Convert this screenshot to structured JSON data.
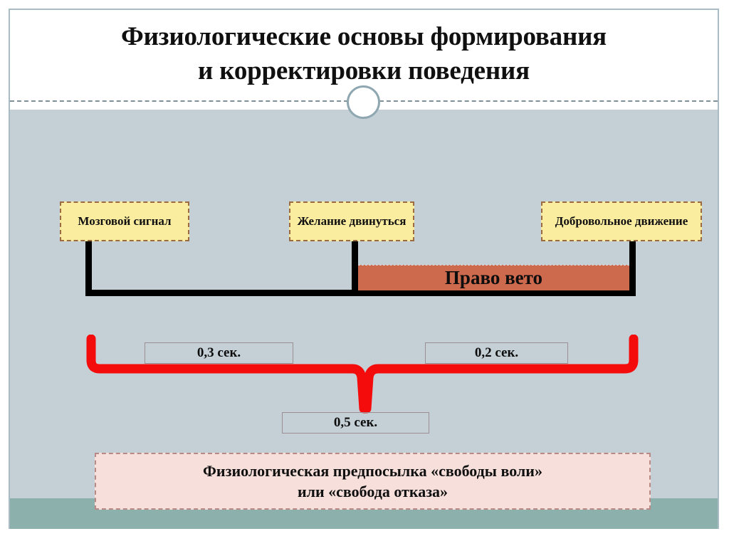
{
  "slide": {
    "title_line_1": "Физиологические основы формирования",
    "title_line_2": "и корректировки поведения",
    "decoration": "ring-ornament"
  },
  "diagram": {
    "stages": [
      {
        "label": "Мозговой сигнал"
      },
      {
        "label": "Желание двинуться"
      },
      {
        "label": "Добровольное движение"
      }
    ],
    "veto_bar": {
      "label": "Право вето",
      "color": "#cd6a4d"
    },
    "timeline": {
      "color": "#000000"
    },
    "brace": {
      "color": "#f40c0c"
    },
    "durations": [
      {
        "label": "0,3 сек."
      },
      {
        "label": "0,2 сек."
      },
      {
        "label": "0,5 сек."
      }
    ]
  },
  "conclusion": {
    "line_1": "Физиологическая предпосылка «свободы воли»",
    "line_2": "или «свобода отказа»",
    "background": "#f7e0db"
  },
  "theme": {
    "body_background": "#c4cfd6",
    "bottom_band": "#8cb0ab",
    "stage_fill": "#fbeda0",
    "stage_border": "#9c6b42",
    "frame_line": "#a9bcc4"
  }
}
